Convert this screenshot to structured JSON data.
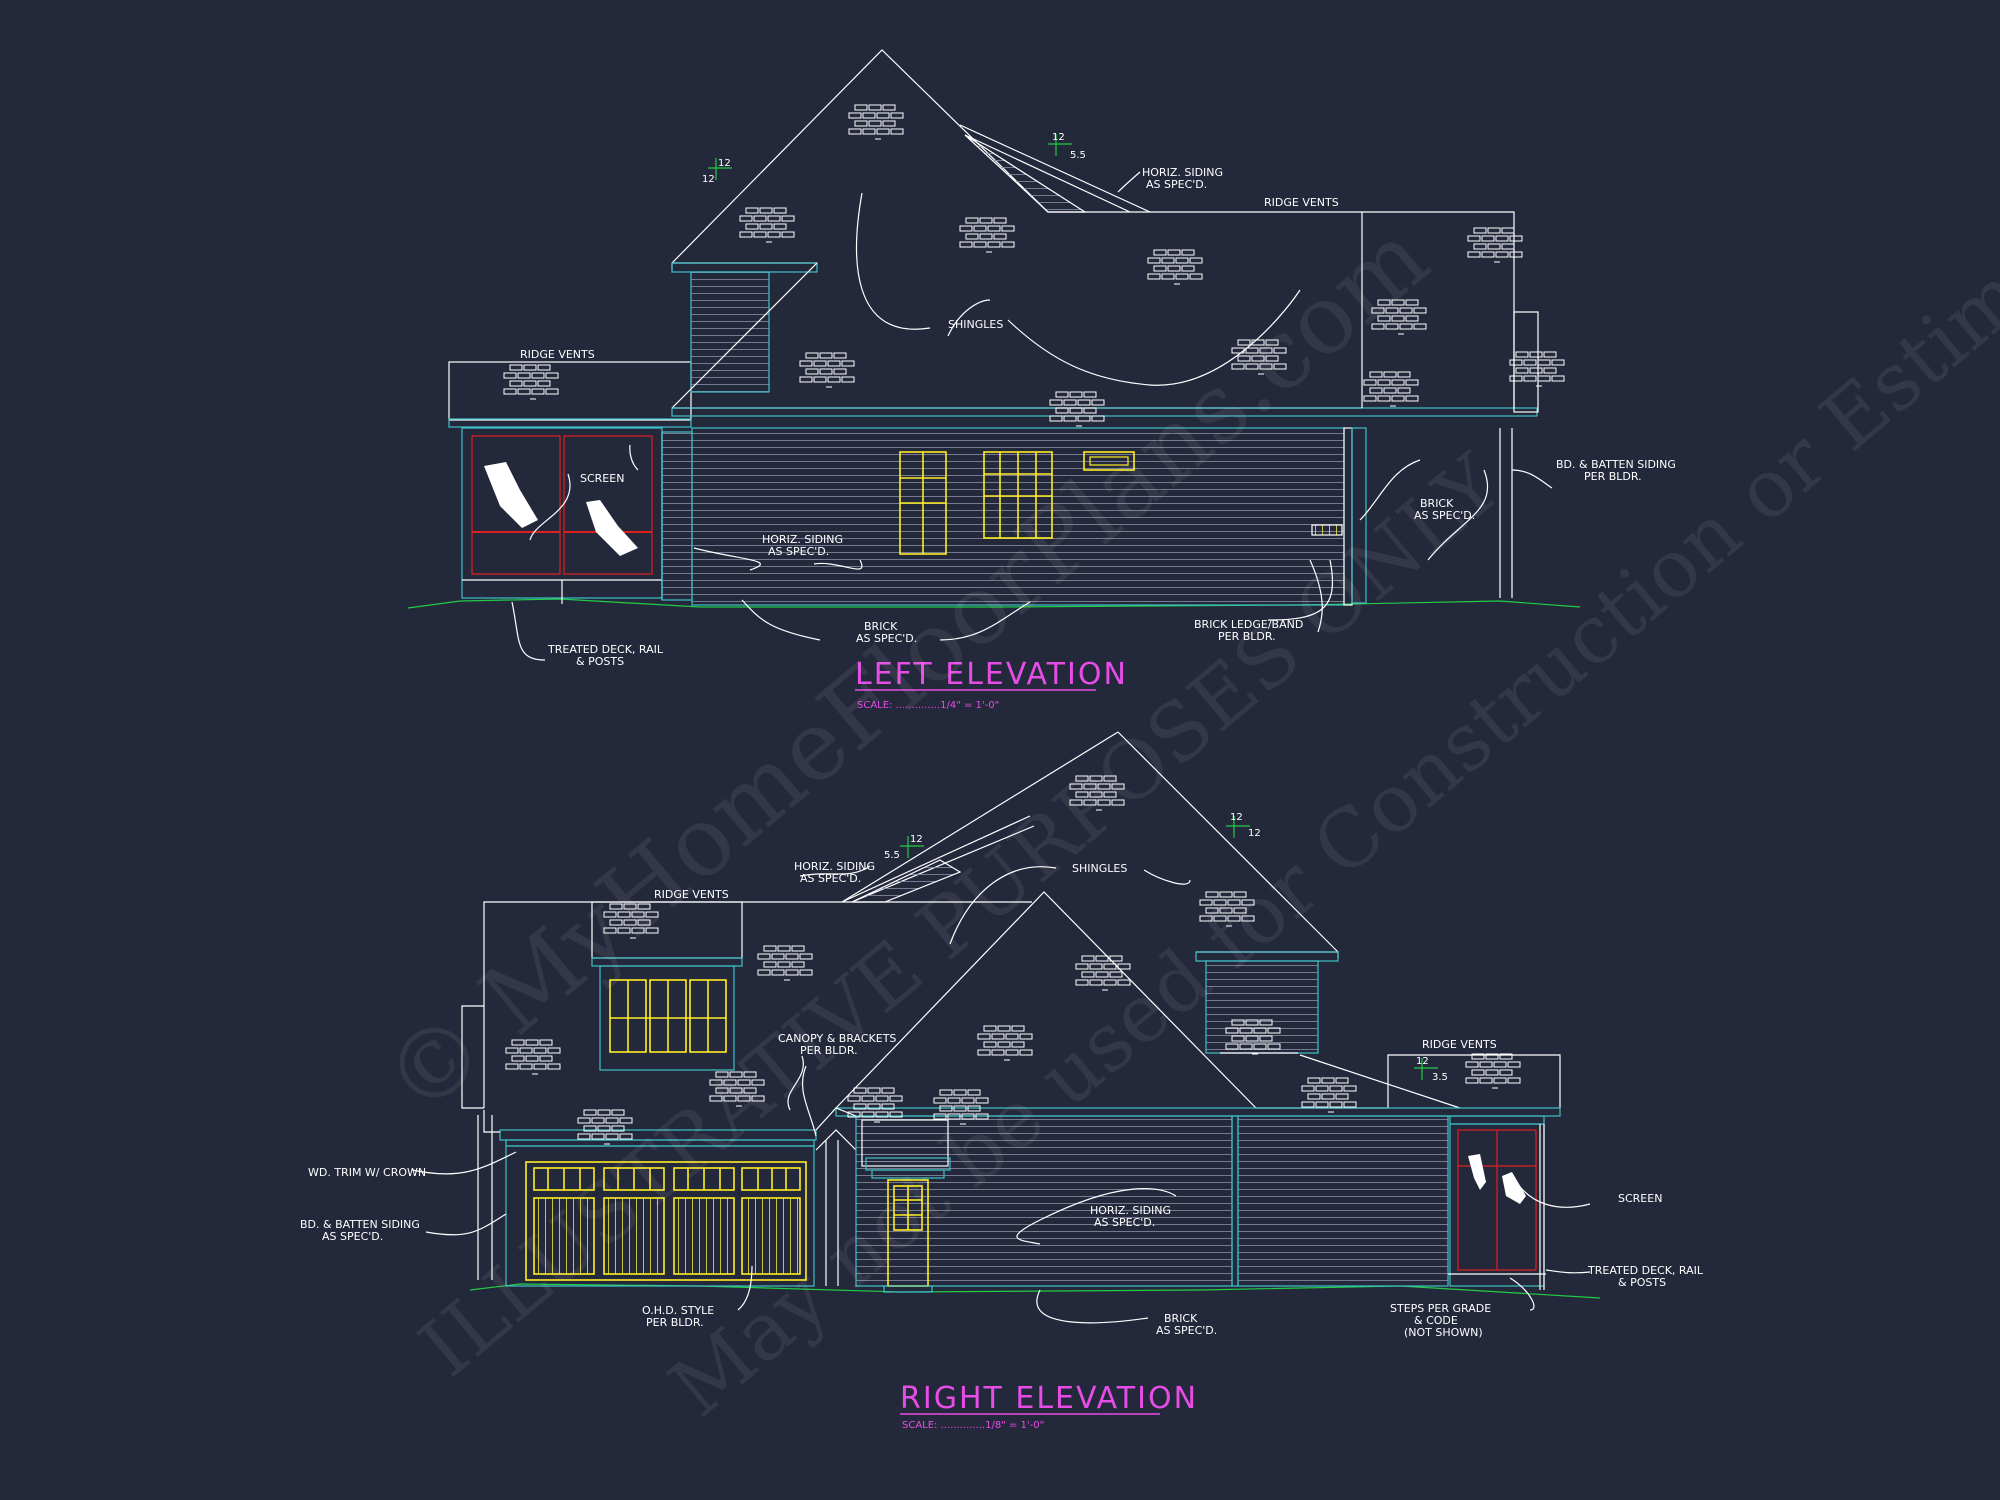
{
  "colors": {
    "background": "#24283b",
    "line": "#ffffff",
    "cyan": "#3fc1c9",
    "yellow": "#ffee22",
    "magenta": "#e64ce6",
    "red": "#e02020",
    "green": "#22cc44"
  },
  "left": {
    "title": "LEFT ELEVATION",
    "scale": "SCALE: ..............1/4\" = 1'-0\"",
    "labels": {
      "ridge_vents_left": "RIDGE VENTS",
      "ridge_vents_right": "RIDGE VENTS",
      "horiz_siding_top_1": "HORIZ. SIDING",
      "horiz_siding_top_2": "AS SPEC'D.",
      "shingles": "SHINGLES",
      "screen": "SCREEN",
      "horiz_siding_mid_1": "HORIZ. SIDING",
      "horiz_siding_mid_2": "AS SPEC'D.",
      "brick_right_1": "BRICK",
      "brick_right_2": "AS SPEC'D.",
      "bd_batten_1": "BD. & BATTEN SIDING",
      "bd_batten_2": "PER BLDR.",
      "brick_bottom_1": "BRICK",
      "brick_bottom_2": "AS SPEC'D.",
      "brick_ledge_1": "BRICK LEDGE/BAND",
      "brick_ledge_2": "PER BLDR.",
      "deck_1": "TREATED DECK, RAIL",
      "deck_2": "& POSTS"
    },
    "pitches": {
      "p1": "12",
      "p2": "12",
      "p3": "12",
      "p4": "5.5"
    }
  },
  "right": {
    "title": "RIGHT ELEVATION",
    "scale": "SCALE: ..............1/8\" = 1'-0\"",
    "labels": {
      "horiz_siding_top_1": "HORIZ. SIDING",
      "horiz_siding_top_2": "AS SPEC'D.",
      "ridge_vents_left": "RIDGE VENTS",
      "shingles": "SHINGLES",
      "canopy_1": "CANOPY & BRACKETS",
      "canopy_2": "PER BLDR.",
      "ridge_vents_right": "RIDGE VENTS",
      "wd_trim": "WD. TRIM W/ CROWN",
      "bd_batten_1": "BD. & BATTEN SIDING",
      "bd_batten_2": "AS SPEC'D.",
      "horiz_siding_mid_1": "HORIZ. SIDING",
      "horiz_siding_mid_2": "AS SPEC'D.",
      "screen": "SCREEN",
      "deck_1": "TREATED DECK, RAIL",
      "deck_2": "& POSTS",
      "ohd_1": "O.H.D. STYLE",
      "ohd_2": "PER BLDR.",
      "brick_1": "BRICK",
      "brick_2": "AS SPEC'D.",
      "steps_1": "STEPS PER GRADE",
      "steps_2": "& CODE",
      "steps_3": "(NOT SHOWN)"
    },
    "pitches": {
      "p1": "12",
      "p2": "5.5",
      "p3": "12",
      "p4": "12",
      "p5": "12",
      "p6": "3.5"
    }
  },
  "watermark": {
    "line1": "© MyHomeFloorPlans.com",
    "line2": "ILLUSTRATIVE PURPOSES ONLY",
    "line3": "May not be used for Construction or Estimations"
  }
}
